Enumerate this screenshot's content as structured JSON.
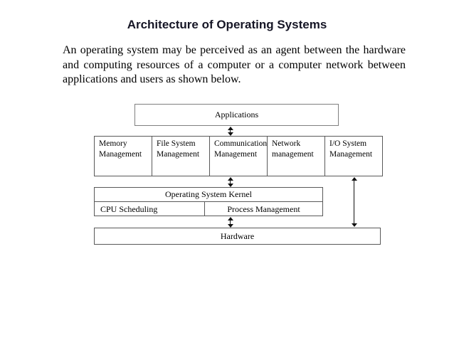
{
  "title": {
    "text": "Architecture of Operating Systems"
  },
  "paragraph": {
    "lines": [
      "An operating system may be perceived as an agent between the hardware",
      "and computing resources of a computer or a computer network between",
      "applications and users as shown below."
    ]
  },
  "diagram": {
    "applications": {
      "label": "Applications"
    },
    "managers": {
      "cells": [
        {
          "label": "Memory Management"
        },
        {
          "label": "File System Management"
        },
        {
          "label": "Communication Management"
        },
        {
          "label": "Network management"
        },
        {
          "label": "I/O System Management"
        }
      ]
    },
    "kernel": {
      "title": "Operating System Kernel",
      "left_cell": "CPU Scheduling",
      "right_cell": "Process Management"
    },
    "hardware": {
      "label": "Hardware"
    },
    "arrows": [
      "applications-managers",
      "managers-kernel",
      "kernel-hardware",
      "io-system-hardware"
    ]
  },
  "colors": {
    "title_text": "#161626",
    "body_text": "#000000",
    "box_border": "#595959",
    "applications_border": "#7f7f7f",
    "arrow": "#111111",
    "background": "#ffffff"
  }
}
